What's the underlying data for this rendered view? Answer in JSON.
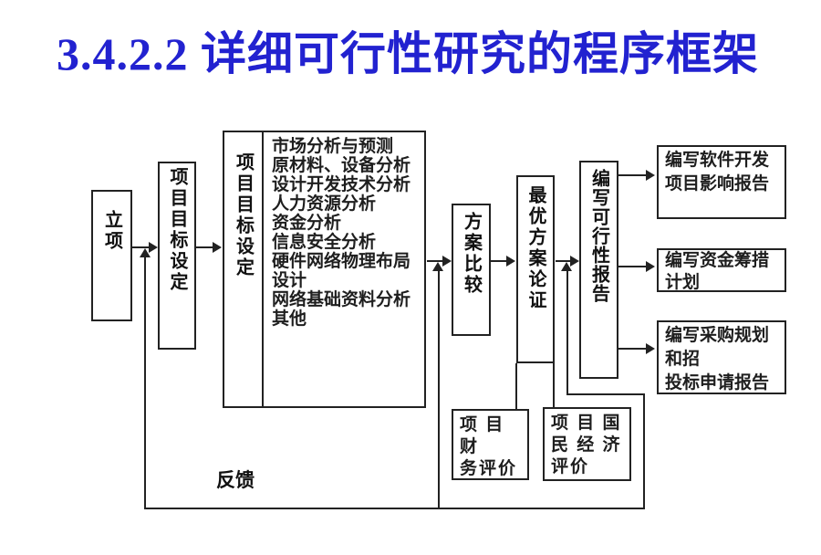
{
  "page": {
    "title": "3.4.2.2 详细可行性研究的程序框架",
    "title_color": "#2222d0",
    "background_color": "#ffffff",
    "line_color": "#222222"
  },
  "diagram": {
    "establish": {
      "label": "立项"
    },
    "goal_setting": {
      "label": "项目目标设定"
    },
    "analysis": {
      "label": "项目目标设定",
      "lines": [
        "市场分析与预测",
        "原材料、设备分析",
        "设计开发技术分析",
        "人力资源分析",
        "资金分析",
        "信息安全分析",
        "硬件网络物理布局",
        "设计",
        "网络基础资料分析",
        "其他"
      ]
    },
    "plan_compare": {
      "label": "方案比较"
    },
    "optimal_plan": {
      "label": "最优方案论证"
    },
    "write_report": {
      "label": "编写可行性报告"
    },
    "outputs": [
      {
        "lines": [
          "编写软件开发",
          "项目影响报告"
        ]
      },
      {
        "lines": [
          "编写资金筹措",
          "计划"
        ]
      },
      {
        "lines": [
          "编写采购规划",
          "和招",
          "投标申请报告"
        ]
      }
    ],
    "evaluations": [
      {
        "lines": [
          "项 目 财",
          "务评价"
        ]
      },
      {
        "lines": [
          "项 目 国",
          "民 经 济",
          "评价"
        ]
      }
    ],
    "feedback_label": "反馈"
  }
}
